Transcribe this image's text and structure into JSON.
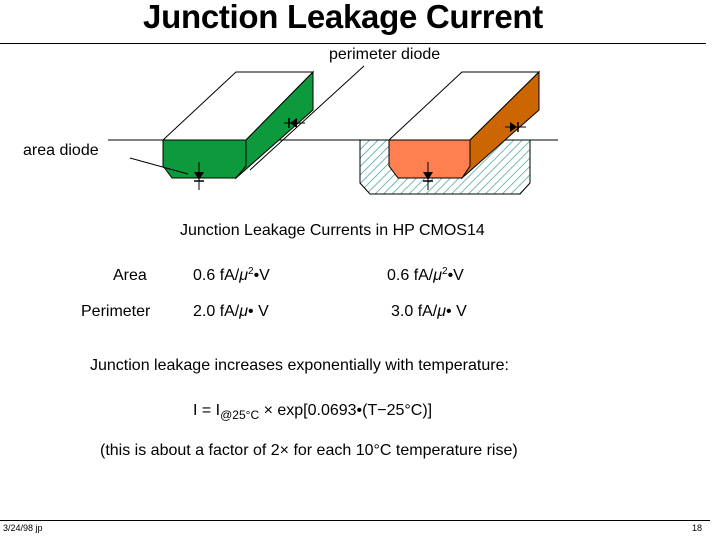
{
  "title": "Junction Leakage Current",
  "labels": {
    "perimeter_diode": "perimeter diode",
    "area_diode": "area diode"
  },
  "table": {
    "heading": "Junction Leakage Currents in HP CMOS14",
    "rows": [
      {
        "label": "Area",
        "v1_prefix": "0.6 fA/",
        "v1_unit": "μ",
        "v1_exp": "2",
        "v1_suffix": "•V",
        "v2_prefix": "0.6 fA/",
        "v2_unit": "μ",
        "v2_exp": "2",
        "v2_suffix": "•V"
      },
      {
        "label": "Perimeter",
        "v1_prefix": "2.0 fA/",
        "v1_unit": "μ",
        "v1_suffix": "• V",
        "v2_prefix": "3.0 fA/",
        "v2_unit": "μ",
        "v2_suffix": "• V"
      }
    ]
  },
  "statement": "Junction leakage increases exponentially with temperature:",
  "formula": {
    "lhs": "I = I",
    "sub": "@25°C",
    "rhs": " × exp[0.0693•(T−25°C)]"
  },
  "note": "(this is about a factor of 2× for each 10°C temperature rise)",
  "footer": {
    "left": "3/24/98  jp",
    "right": "18"
  },
  "colors": {
    "green_region": "#0c9a3c",
    "orange_region": "#ff7f50",
    "orange_side": "#cc6600",
    "hatch_well": "#3a9b98"
  }
}
